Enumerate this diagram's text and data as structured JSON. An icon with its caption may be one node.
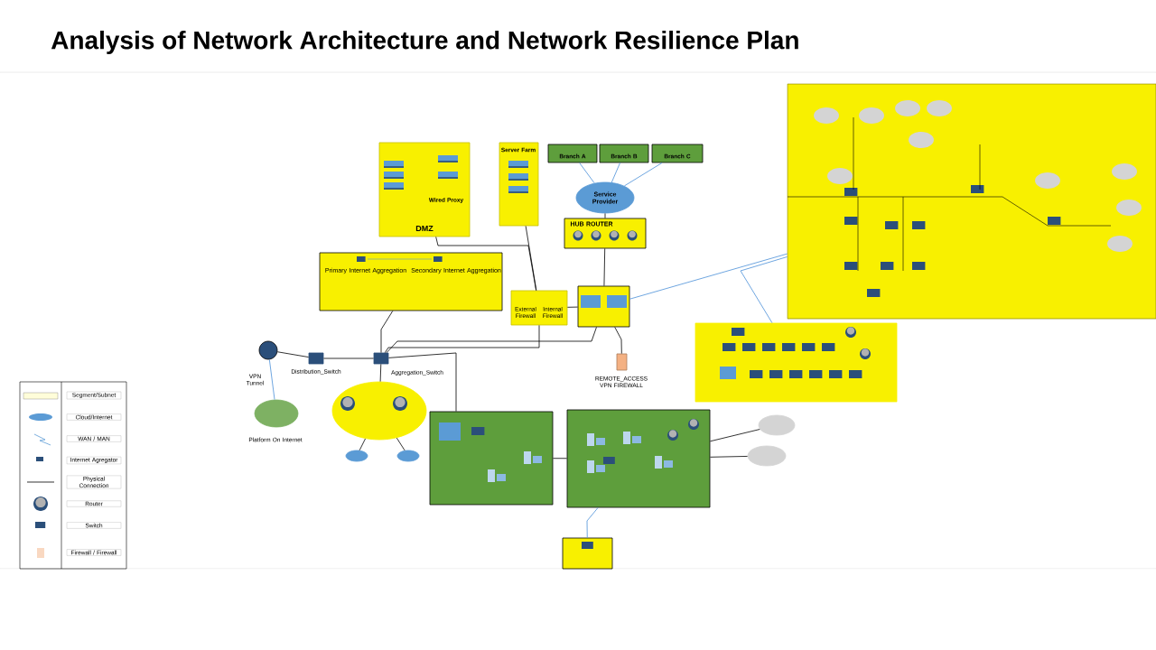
{
  "diagram": {
    "title": "Analysis of Network Architecture and Network Resilience Plan",
    "nodes": [
      {
        "text": [
          "Wired Proxy",
          "DMZ"
        ]
      },
      {
        "text": [
          "Server Farm"
        ]
      },
      {
        "text": [
          "Branch A"
        ]
      },
      {
        "text": [
          "Branch B"
        ]
      },
      {
        "text": [
          "Branch C"
        ]
      },
      {
        "text": [
          "Service Provider"
        ]
      },
      {
        "text": [
          "HUB ROUTER"
        ]
      },
      {
        "text": [],
        "shape": "box"
      },
      {
        "text": [
          "Primary Internet Aggregation",
          "Secondary Internet Aggregation"
        ]
      },
      {
        "text": [
          "External Firewall",
          "Internal Firewall"
        ]
      },
      {
        "text": [
          "REMOTE_ACCESS VPN FIREWALL"
        ]
      },
      {
        "text": [
          "Aggregation_Switch"
        ]
      },
      {
        "text": [
          "Distribution_Switch"
        ]
      },
      {
        "text": [],
        "shape": "circle"
      },
      {
        "text": [
          "Platform On Internet"
        ]
      },
      {
        "text": [],
        "shape": "circle"
      },
      {
        "text": [],
        "shape": "cloud"
      },
      {
        "text": [],
        "shape": "cloud"
      },
      {
        "text": [],
        "shape": "box"
      },
      {
        "text": [],
        "shape": "box"
      },
      {
        "text": [],
        "shape": "box"
      },
      {
        "text": [],
        "shape": "box"
      },
      {
        "text": [],
        "shape": "box"
      },
      {
        "text": [],
        "shape": "cloud"
      },
      {
        "text": [],
        "shape": "cloud"
      }
    ],
    "edges": [
      {
        "from": 0,
        "to": 9,
        "arrow": "none"
      },
      {
        "from": 1,
        "to": 9,
        "arrow": "none"
      },
      {
        "from": 2,
        "to": 5,
        "arrow": "none",
        "color": "#4a8fd8"
      },
      {
        "from": 3,
        "to": 5,
        "arrow": "none",
        "color": "#4a8fd8"
      },
      {
        "from": 4,
        "to": 5,
        "arrow": "none",
        "color": "#4a8fd8"
      },
      {
        "from": 5,
        "to": 6,
        "arrow": "none"
      },
      {
        "from": 6,
        "to": 7,
        "arrow": "none"
      },
      {
        "from": 9,
        "to": 7,
        "arrow": "none"
      },
      {
        "from": 7,
        "to": 10,
        "arrow": "none"
      },
      {
        "from": 7,
        "to": 22,
        "arrow": "none",
        "color": "#4a8fd8"
      },
      {
        "from": 22,
        "to": 21,
        "arrow": "none",
        "color": "#4a8fd8"
      },
      {
        "from": 8,
        "to": 11,
        "arrow": "none"
      },
      {
        "from": 11,
        "to": 12,
        "arrow": "none"
      },
      {
        "from": 12,
        "to": 13,
        "arrow": "none"
      },
      {
        "from": 13,
        "to": 14,
        "arrow": "none",
        "label": "VPN Tunnel",
        "color": "#4a8fd8"
      },
      {
        "from": 11,
        "to": 15,
        "arrow": "none"
      },
      {
        "from": 15,
        "to": 16,
        "arrow": "none"
      },
      {
        "from": 15,
        "to": 17,
        "arrow": "none"
      },
      {
        "from": 11,
        "to": 18,
        "arrow": "none"
      },
      {
        "from": 9,
        "to": 11,
        "arrow": "none"
      },
      {
        "from": 7,
        "to": 11,
        "arrow": "none"
      },
      {
        "from": 18,
        "to": 19,
        "arrow": "none"
      },
      {
        "from": 19,
        "to": 20,
        "arrow": "none",
        "color": "#4a8fd8"
      },
      {
        "from": 19,
        "to": 23,
        "arrow": "none"
      },
      {
        "from": 19,
        "to": 24,
        "arrow": "none"
      }
    ],
    "legend": [
      {
        "text": "Segment/Subnet"
      },
      {
        "text": "Cloud/Internet"
      },
      {
        "text": "WAN / MAN"
      },
      {
        "text": "Internet Agregator"
      },
      {
        "text": "Physical Connection"
      },
      {
        "text": "Router"
      },
      {
        "text": "Switch"
      },
      {
        "text": "Firewall / Firewall"
      }
    ]
  }
}
